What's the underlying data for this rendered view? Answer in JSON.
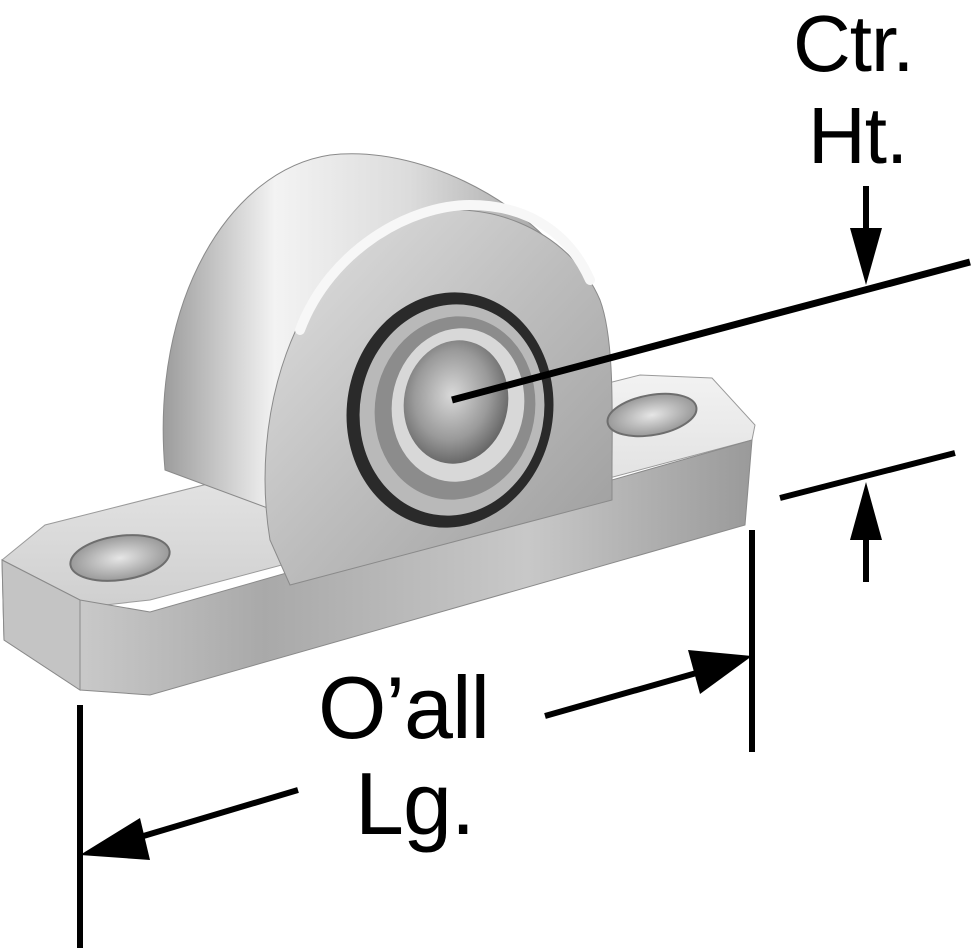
{
  "dimension_labels": {
    "center_height_line1": "Ctr.",
    "center_height_line2": "Ht.",
    "overall_length_line1": "O’all",
    "overall_length_line2": "Lg."
  },
  "colors": {
    "dimension_ink": "#000000",
    "metal_light": "#eeeeee",
    "metal_mid": "#bfbfbf",
    "metal_dark": "#7a7a7a",
    "seal_dark": "#262626",
    "background": "#ffffff"
  }
}
